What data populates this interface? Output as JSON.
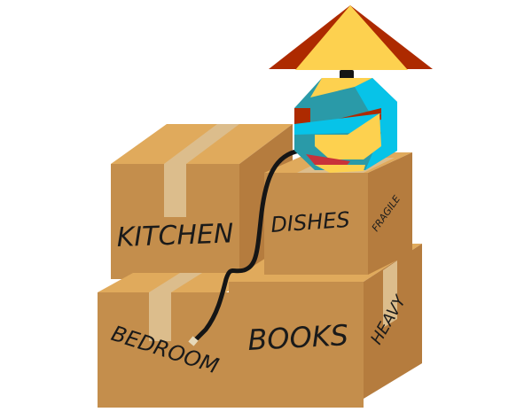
{
  "labels": {
    "kitchen": "KITCHEN",
    "dishes": "DISHES",
    "fragile": "FRAGILE",
    "bedroom": "BEDROOM",
    "books": "BOOKS",
    "heavy": "HEAVY"
  },
  "colors": {
    "box_front": "#c48e4c",
    "box_top": "#e0aa5c",
    "box_side": "#b57c3e",
    "tape": "#dcbd8c",
    "shade_yellow": "#fdd14f",
    "shade_red": "#ad2a00",
    "lamp_teal": "#2a9aa8",
    "lamp_cyan": "#07c3e8",
    "cord": "#151515"
  }
}
